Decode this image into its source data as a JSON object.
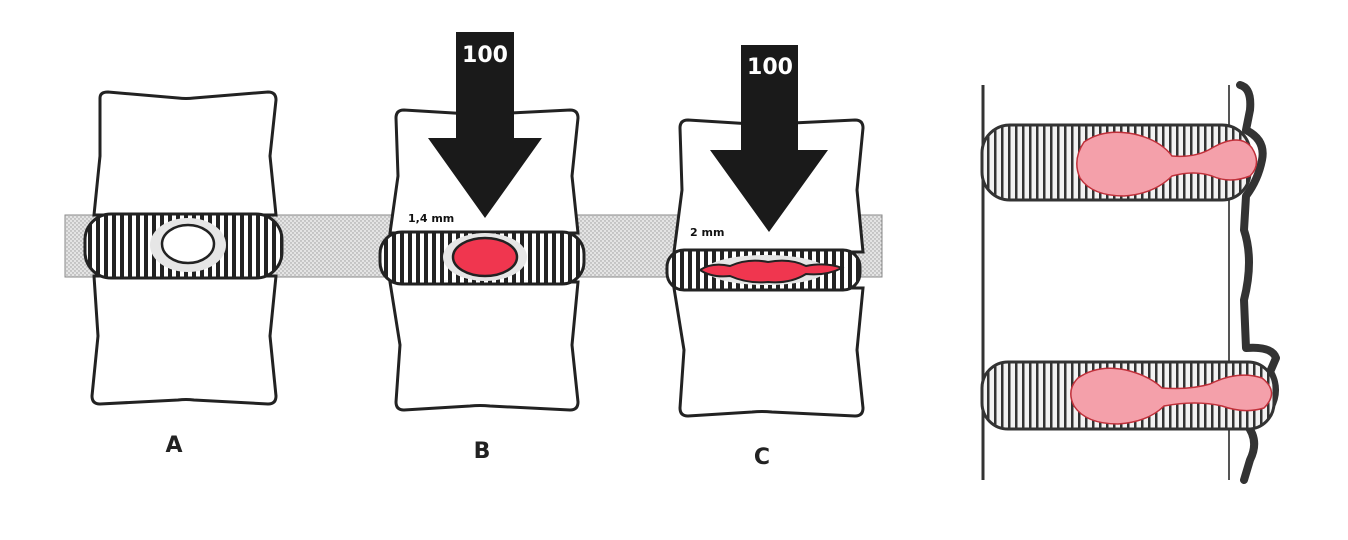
{
  "panels": [
    {
      "label": "A",
      "measure": "",
      "load": ""
    },
    {
      "label": "B",
      "measure": "1,4 mm",
      "load": "100"
    },
    {
      "label": "C",
      "measure": "2 mm",
      "load": "100"
    }
  ],
  "colors": {
    "nucleus_compressed": "#f0364f",
    "nucleus_herniated": "#f4a0aa",
    "outline": "#222222",
    "band_fill": "#d9d9d9",
    "arrow": "#1a1a1a"
  }
}
